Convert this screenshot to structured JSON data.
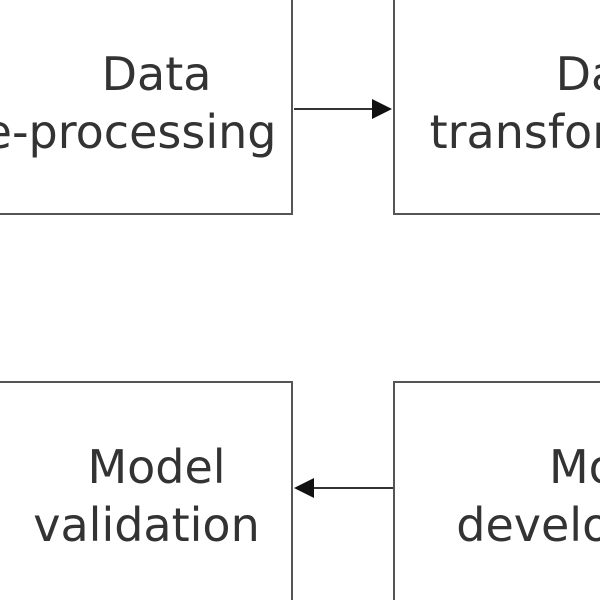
{
  "boxes": {
    "top_left": {
      "line1": "Data",
      "line2": "pre-processing"
    },
    "top_right": {
      "line1": "Data",
      "line2": "transformation"
    },
    "bottom_left": {
      "line1": "Model",
      "line2": "validation"
    },
    "bottom_right": {
      "line1": "Model",
      "line2": "development"
    }
  },
  "colors": {
    "border": "#555555",
    "text": "#333333",
    "arrow": "#333333",
    "background": "#ffffff"
  }
}
